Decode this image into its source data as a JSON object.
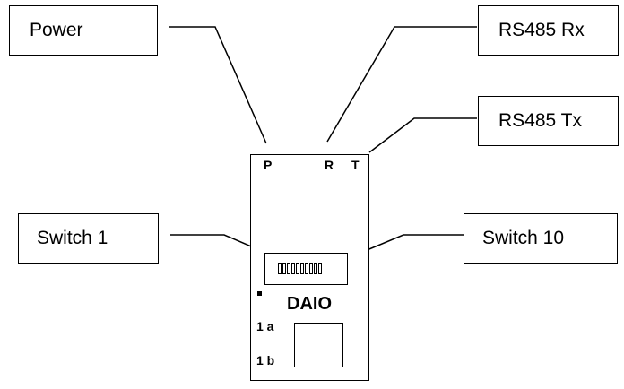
{
  "labels": {
    "power": "Power",
    "rs485_rx": "RS485 Rx",
    "rs485_tx": "RS485 Tx",
    "switch_1": "Switch 1",
    "switch_10": "Switch 10"
  },
  "device": {
    "led_p": "P",
    "led_r": "R",
    "led_t": "T",
    "brand": "DAIO",
    "dip_switch_count": 10,
    "firmware_1a": "1 a",
    "firmware_1b": "1 b"
  }
}
